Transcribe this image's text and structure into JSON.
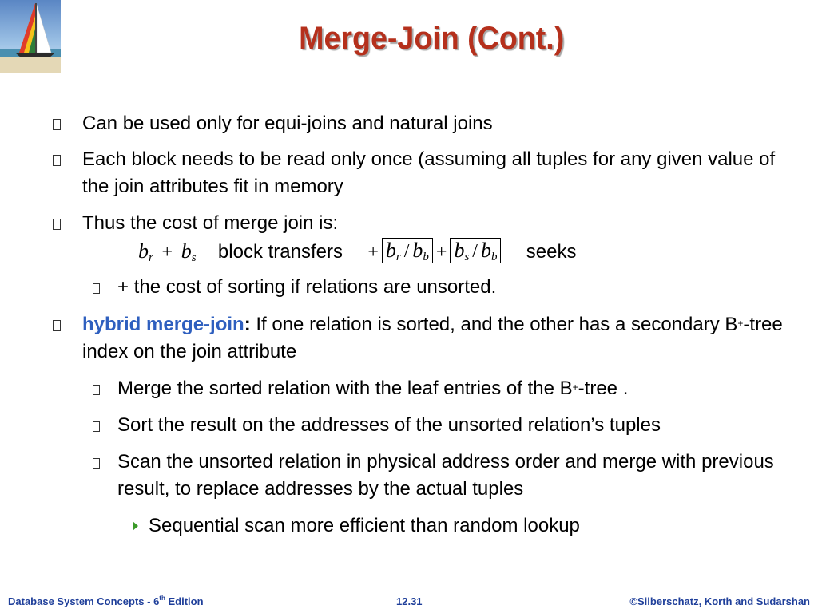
{
  "title": "Merge-Join (Cont.)",
  "bullets": [
    "Can be used only for equi-joins and natural joins",
    "Each block needs to be read only once (assuming all tuples for any given value of the join attributes fit in memory",
    "Thus the cost of merge join is:"
  ],
  "formula": {
    "b": "b",
    "r": "r",
    "s": "s",
    "plus": "+",
    "slash": "/",
    "block_transfers": "block transfers",
    "seeks": "seeks"
  },
  "sorting_note": "+ the cost of sorting if relations are unsorted.",
  "hybrid": {
    "term": "hybrid merge-join",
    "colon": ":",
    "text1": " If one relation is sorted, and the other has a secondary B",
    "sup": "+",
    "text2": "-tree index on the join attribute"
  },
  "sub_items": {
    "merge_a": "Merge the sorted relation with the leaf entries of the B",
    "merge_sup": "+",
    "merge_b": "-tree .",
    "sort": "Sort the result on the addresses of the unsorted relation’s tuples",
    "scan": "Scan the unsorted relation in physical address order and merge with previous result, to replace addresses by the actual tuples"
  },
  "sub_sub": "Sequential scan more efficient than random lookup",
  "footer": {
    "left_a": "Database System Concepts - 6",
    "left_sup": "th",
    "left_b": " Edition",
    "center": "12.31",
    "right": "©Silberschatz, Korth and Sudarshan"
  },
  "colors": {
    "title": "#b5301c",
    "keyword": "#2e5fbf",
    "footer": "#1f3f9a",
    "arrow_bullet": "#3a9a28"
  },
  "icons": {
    "logo": "sailboat-logo",
    "level1_bullet": "square-bullet-icon",
    "level2_bullet": "square-bullet-icon",
    "level3_bullet": "triangle-bullet-icon"
  }
}
